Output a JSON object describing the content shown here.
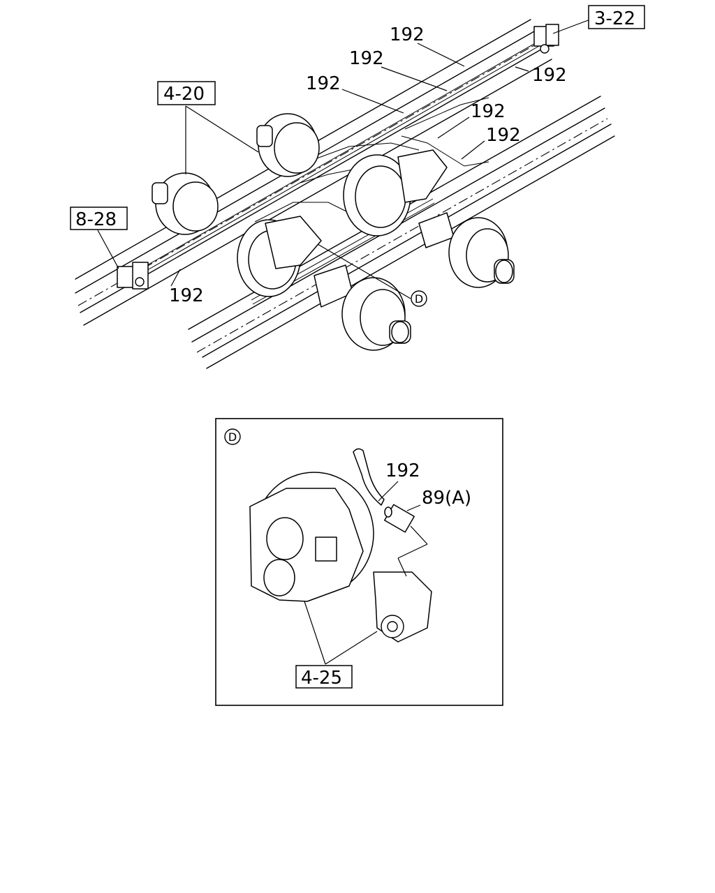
{
  "refs": {
    "ref_3_22": "3-22",
    "ref_4_20": "4-20",
    "ref_8_28": "8-28",
    "ref_4_25": "4-25"
  },
  "parts": {
    "p192": "192",
    "p89a": "89(A)"
  },
  "detail": {
    "marker": "D"
  }
}
